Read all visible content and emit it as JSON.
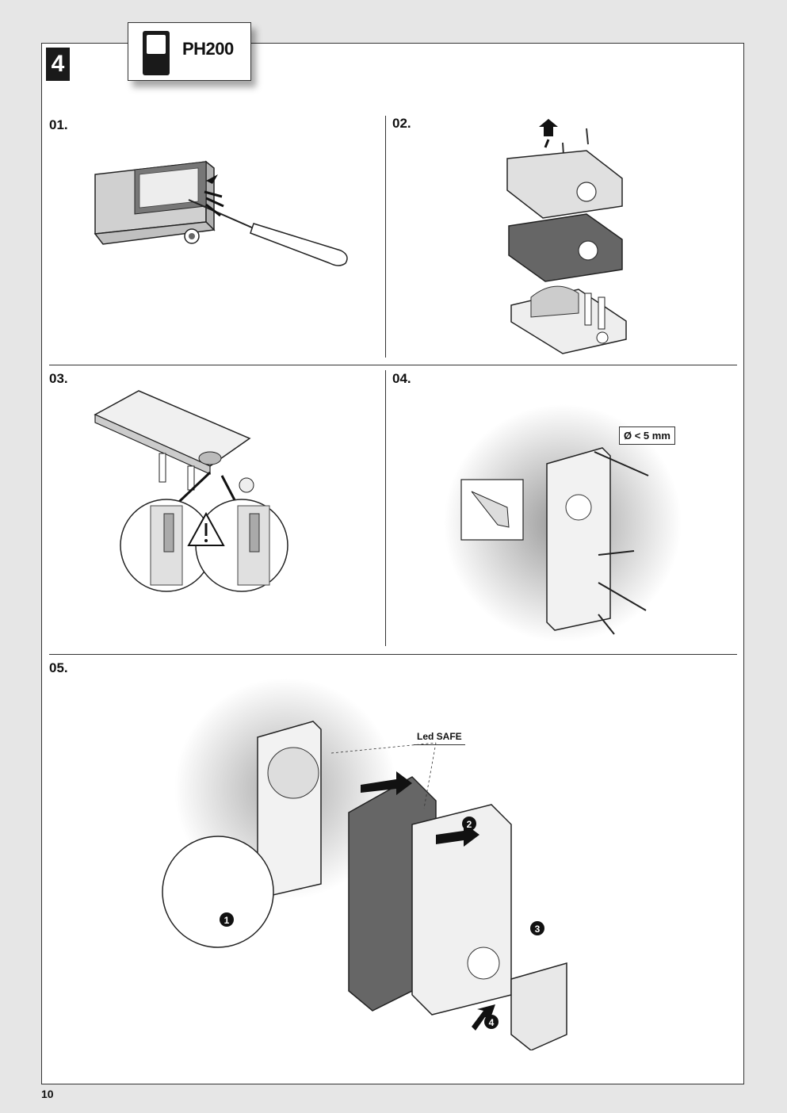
{
  "section": {
    "number": "4"
  },
  "model": {
    "label": "PH200",
    "icon": "photocell-icon"
  },
  "steps": [
    {
      "label": "01."
    },
    {
      "label": "02."
    },
    {
      "label": "03."
    },
    {
      "label": "04."
    },
    {
      "label": "05."
    }
  ],
  "annotations": {
    "drill_size": "Ø < 5 mm",
    "led": "Led SAFE",
    "numbered_markers": [
      "1",
      "2",
      "3",
      "4"
    ],
    "warning_icon": "warning-triangle-icon"
  },
  "footer": {
    "page_number": "10"
  }
}
